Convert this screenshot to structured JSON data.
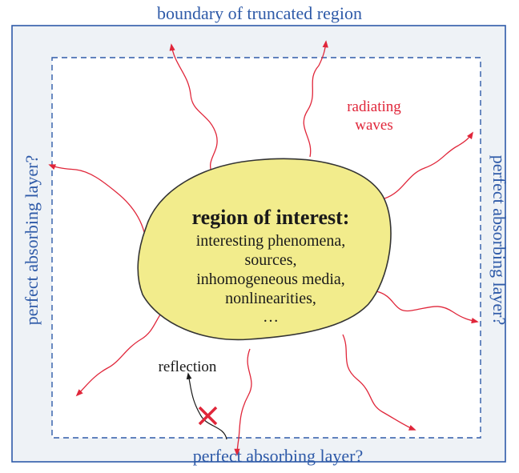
{
  "labels": {
    "boundary_title": "boundary of truncated region",
    "pml_bottom": "perfect absorbing layer?",
    "pml_left": "perfect absorbing layer?",
    "pml_right": "perfect absorbing layer?",
    "radiating_line1": "radiating",
    "radiating_line2": "waves",
    "reflection": "reflection"
  },
  "region": {
    "title": "region of interest:",
    "lines": [
      "interesting phenomena,",
      "sources,",
      "inhomogeneous media,",
      "nonlinearities,",
      "…"
    ]
  },
  "colors": {
    "outer_fill": "#eef2f6",
    "boundary_blue": "#2e5aa8",
    "wave_red": "#e0263a",
    "blob_fill": "#f2ec8c",
    "blob_stroke": "#333333"
  }
}
